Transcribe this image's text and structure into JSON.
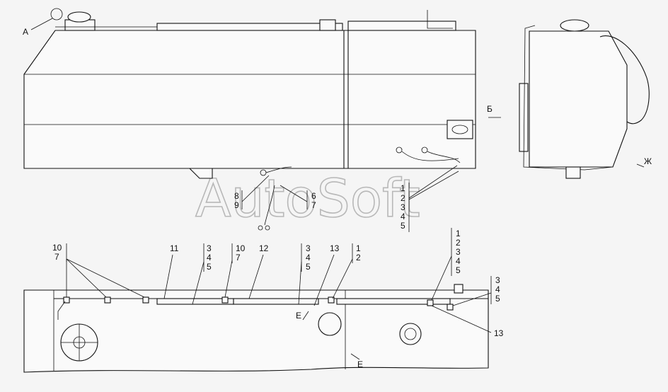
{
  "watermark": "AutoSoft",
  "views": {
    "a": "А",
    "b": "Б",
    "zh": "Ж",
    "e1": "Е",
    "e2": "Е"
  },
  "callouts": {
    "c8": "8",
    "c9": "9",
    "c6": "6",
    "c7": "7",
    "r1": [
      "1",
      "2",
      "3",
      "4",
      "5"
    ],
    "r2": [
      "1",
      "2",
      "3",
      "4",
      "5"
    ],
    "b10": "10",
    "b7": "7",
    "b11": "11",
    "g345a": [
      "3",
      "4",
      "5"
    ],
    "b10b": "10",
    "b7b": "7",
    "b12": "12",
    "g345b": [
      "3",
      "4",
      "5"
    ],
    "b13": "13",
    "g12": [
      "1",
      "2"
    ],
    "g345c": [
      "3",
      "4",
      "5"
    ],
    "b13b": "13"
  }
}
